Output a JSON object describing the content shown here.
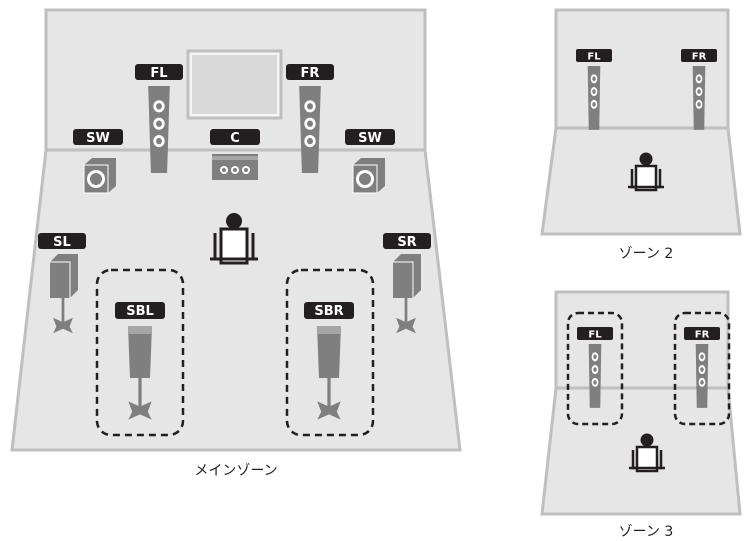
{
  "colors": {
    "room_fill": "#e6e6e6",
    "room_stroke": "#bfbfbf",
    "speaker": "#7f7f7f",
    "tag": "#231f20",
    "tv_fill": "#d9d9d9"
  },
  "main_zone": {
    "caption": "メインゾーン",
    "labels": {
      "front_left": "FL",
      "front_right": "FR",
      "center": "C",
      "subwoofer_left": "SW",
      "subwoofer_right": "SW",
      "surround_left": "SL",
      "surround_right": "SR",
      "surround_back_left": "SBL",
      "surround_back_right": "SBR"
    }
  },
  "zone2": {
    "caption": "ゾーン 2",
    "labels": {
      "front_left": "FL",
      "front_right": "FR"
    }
  },
  "zone3": {
    "caption": "ゾーン 3",
    "labels": {
      "front_left": "FL",
      "front_right": "FR"
    }
  }
}
